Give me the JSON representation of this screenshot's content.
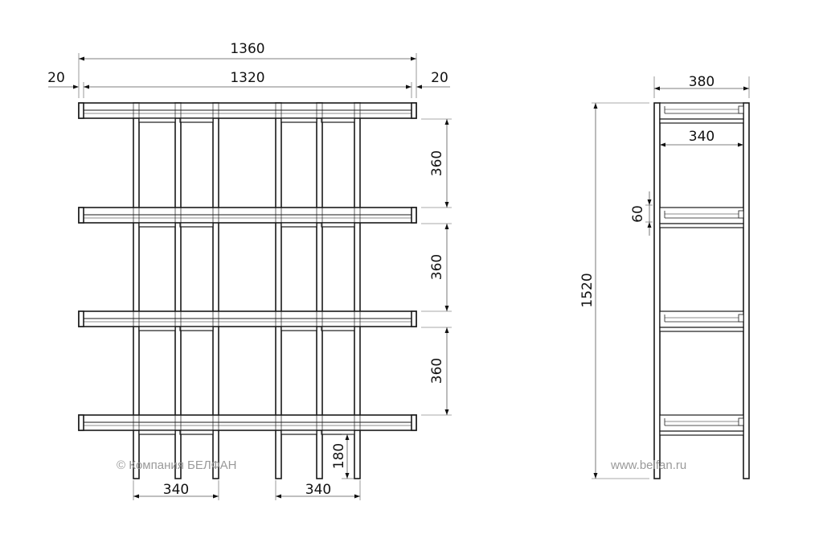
{
  "front_view": {
    "dims": {
      "overall_width": "1360",
      "inner_width": "1320",
      "left_overhang": "20",
      "right_overhang": "20",
      "shelf_spacing_1": "360",
      "shelf_spacing_2": "360",
      "shelf_spacing_3": "360",
      "leg_height": "180",
      "section_width_left": "340",
      "section_width_right": "340"
    },
    "watermark": "© Компания БЕЛФАН"
  },
  "side_view": {
    "dims": {
      "overall_depth": "380",
      "inner_depth": "340",
      "overall_height": "1520",
      "tray_height": "60"
    },
    "watermark": "www.belfan.ru"
  },
  "colors": {
    "line": "#1a1a1a",
    "dim_line": "#555555",
    "watermark": "#9a9a9a"
  }
}
